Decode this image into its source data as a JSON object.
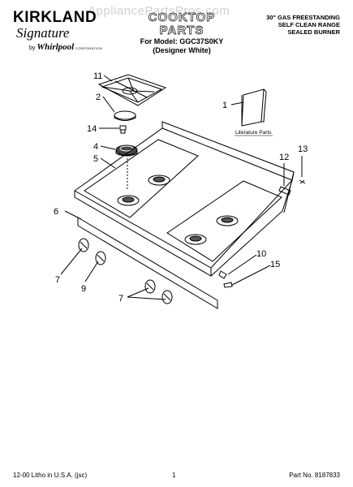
{
  "brand": {
    "name": "KIRKLAND",
    "script": "Signature",
    "by": "by",
    "maker": "Whirlpool",
    "maker_sub": "CORPORATION"
  },
  "watermark": "AppliancePartsPros.com",
  "title": {
    "main": "COOKTOP PARTS",
    "model_line": "For Model: GGC37S0KY",
    "variant": "(Designer White)"
  },
  "product": {
    "line1": "30\" GAS FREESTANDING",
    "line2": "SELF CLEAN RANGE",
    "line3": "SEALED BURNER"
  },
  "literature_label": "Literature Parts",
  "callouts": [
    "11",
    "2",
    "14",
    "4",
    "5",
    "6",
    "7",
    "9",
    "7",
    "1",
    "12",
    "13",
    "10",
    "15"
  ],
  "footer": {
    "left": "12-00 Litho in U.S.A. (jsc)",
    "center": "1",
    "right": "Part No. 8187833"
  }
}
